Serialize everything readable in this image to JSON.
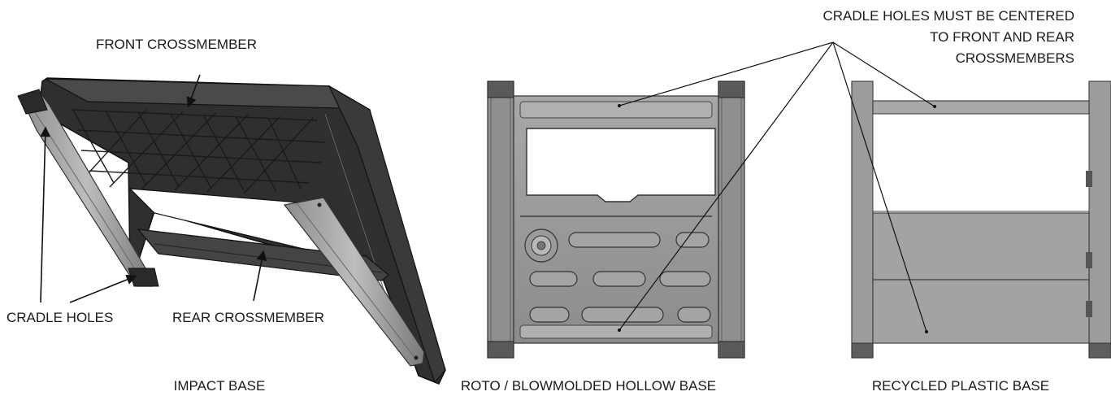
{
  "labels": {
    "front_crossmember": "FRONT CROSSMEMBER",
    "rear_crossmember": "REAR CROSSMEMBER",
    "cradle_holes": "CRADLE HOLES",
    "centered_note": [
      "CRADLE HOLES MUST BE CENTERED",
      "TO FRONT AND REAR",
      "CROSSMEMBERS"
    ]
  },
  "captions": {
    "impact_base": "IMPACT BASE",
    "roto_base": "ROTO / BLOWMOLDED HOLLOW BASE",
    "recycled_base": "RECYCLED PLASTIC BASE"
  }
}
